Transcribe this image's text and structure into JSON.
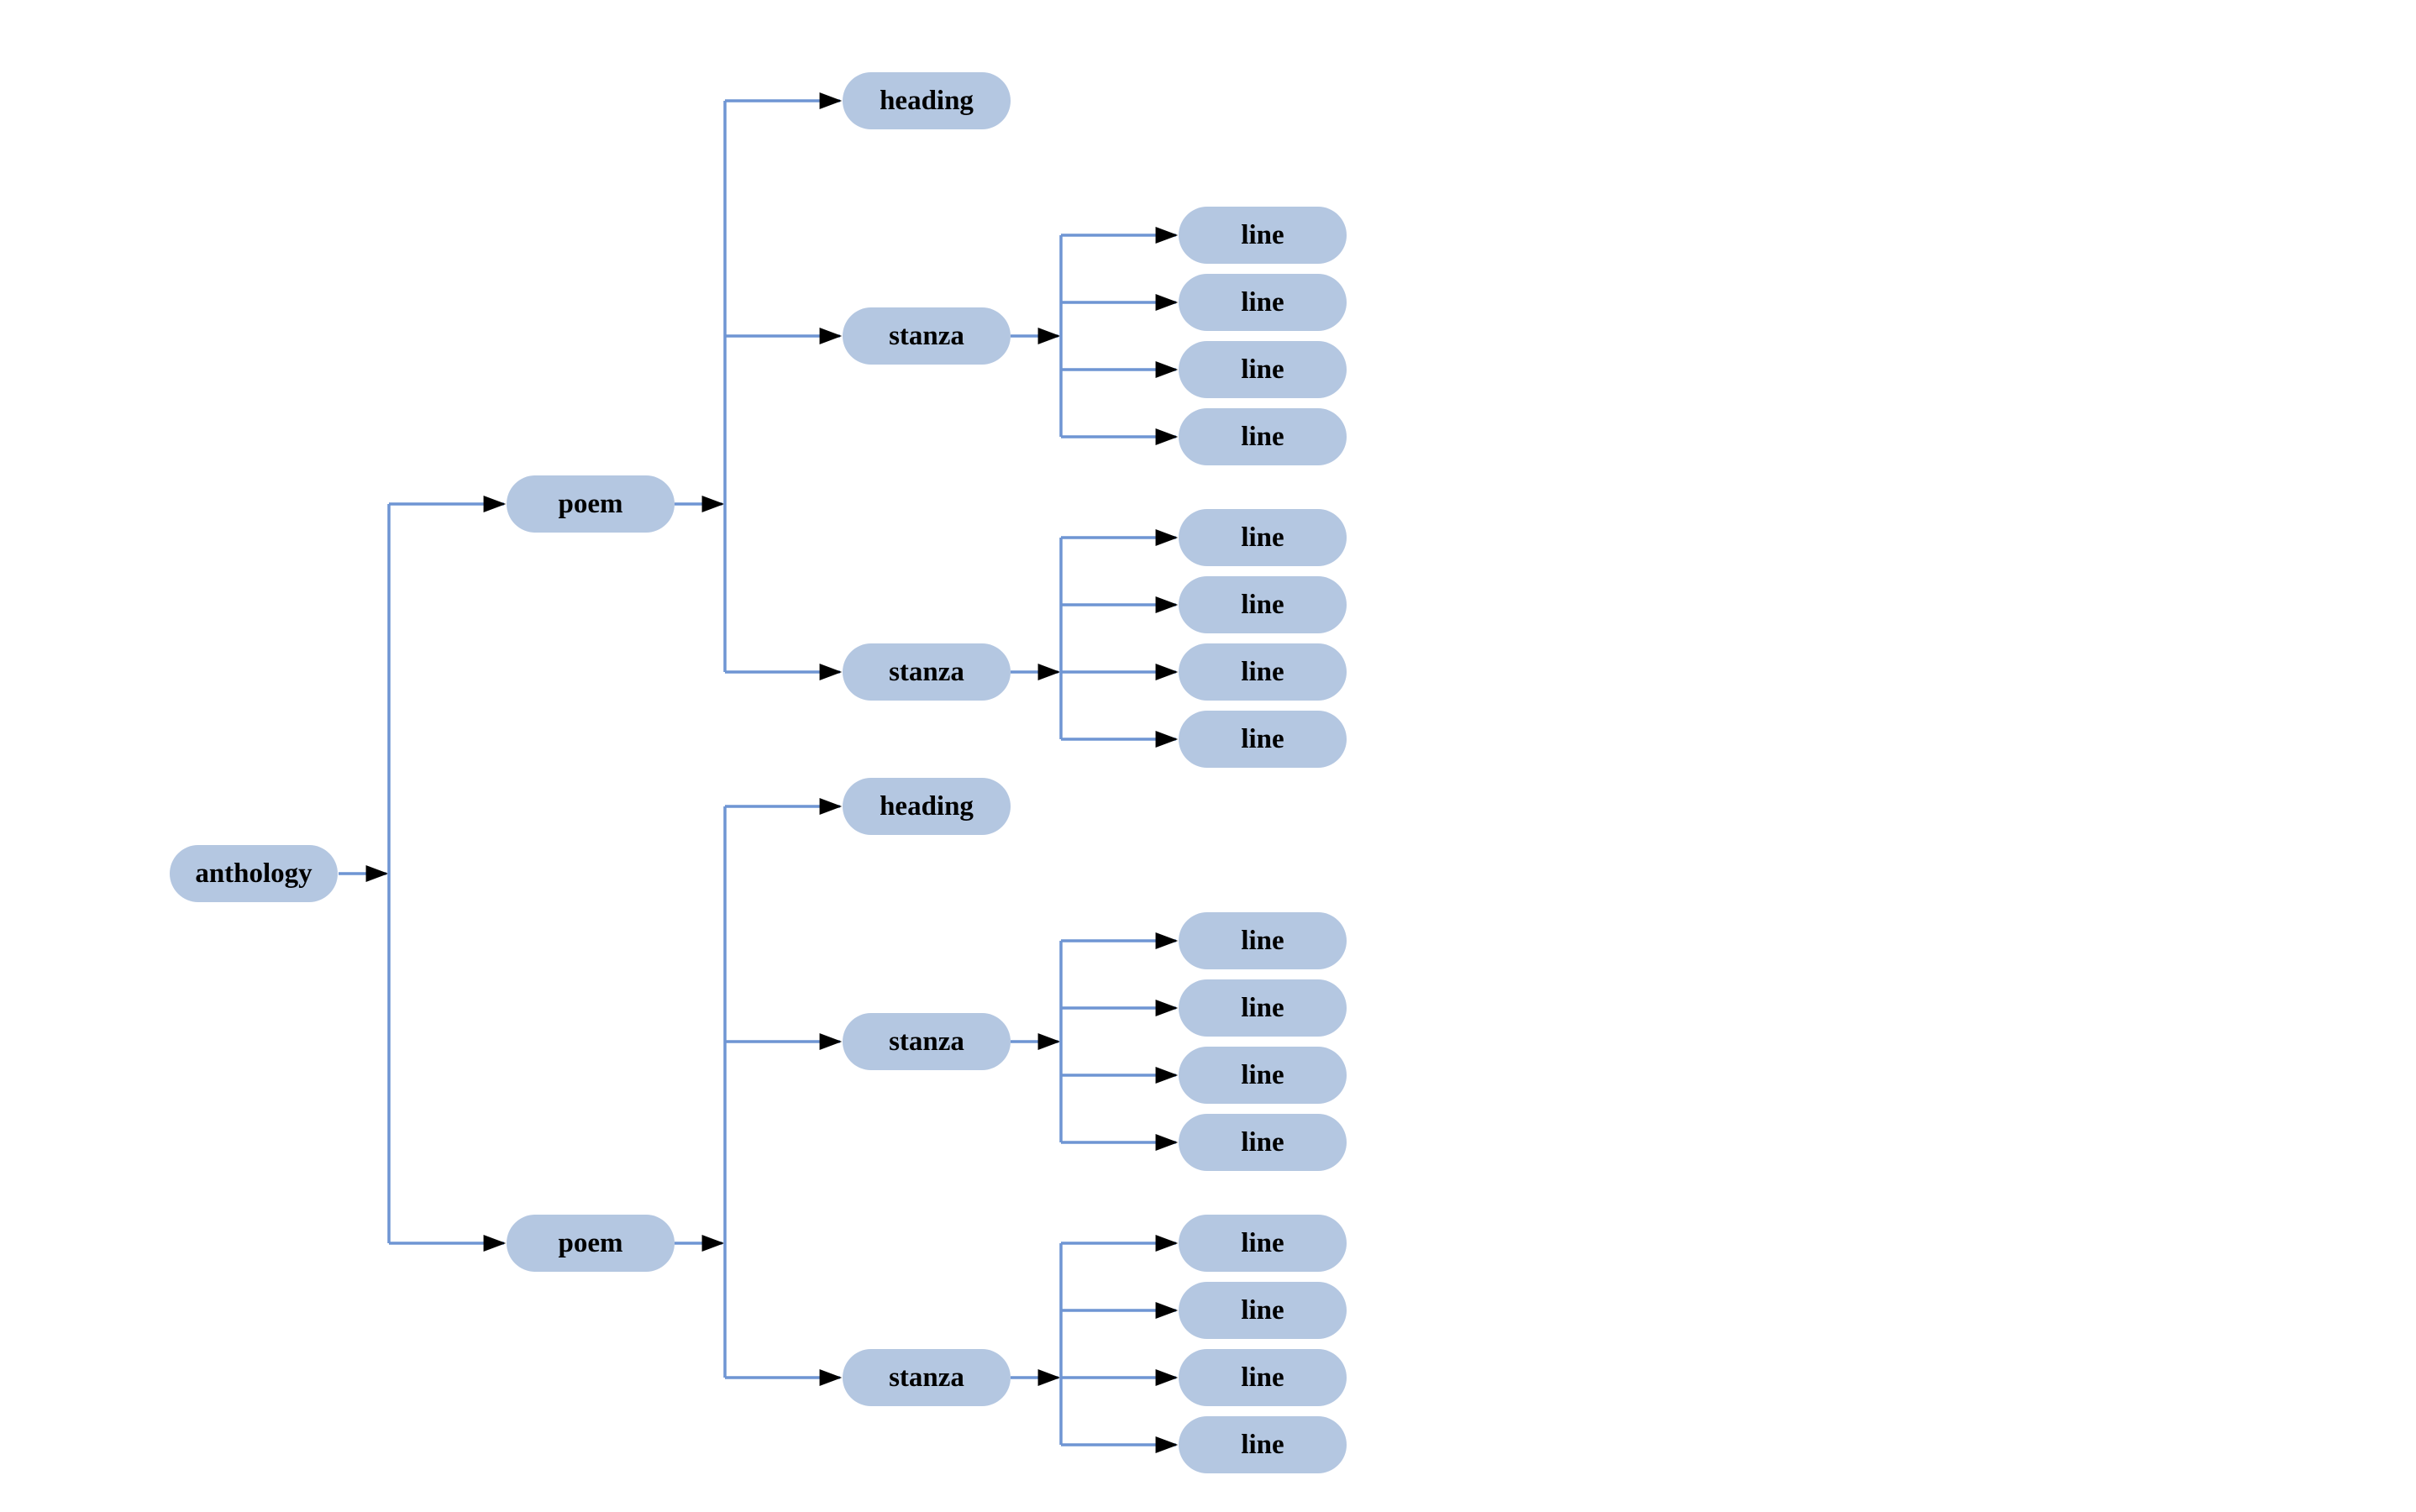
{
  "diagram": {
    "type": "tree",
    "orientation": "left-to-right",
    "tree": {
      "label": "anthology",
      "children": [
        {
          "label": "poem",
          "children": [
            {
              "label": "heading",
              "children": []
            },
            {
              "label": "stanza",
              "children": [
                {
                  "label": "line"
                },
                {
                  "label": "line"
                },
                {
                  "label": "line"
                },
                {
                  "label": "line"
                }
              ]
            },
            {
              "label": "stanza",
              "children": [
                {
                  "label": "line"
                },
                {
                  "label": "line"
                },
                {
                  "label": "line"
                },
                {
                  "label": "line"
                }
              ]
            }
          ]
        },
        {
          "label": "poem",
          "children": [
            {
              "label": "heading",
              "children": []
            },
            {
              "label": "stanza",
              "children": [
                {
                  "label": "line"
                },
                {
                  "label": "line"
                },
                {
                  "label": "line"
                },
                {
                  "label": "line"
                }
              ]
            },
            {
              "label": "stanza",
              "children": [
                {
                  "label": "line"
                },
                {
                  "label": "line"
                },
                {
                  "label": "line"
                },
                {
                  "label": "line"
                }
              ]
            }
          ]
        }
      ]
    }
  },
  "nodes": [
    {
      "id": "anthology",
      "label": "anthology"
    },
    {
      "id": "poem-1",
      "label": "poem"
    },
    {
      "id": "heading-1",
      "label": "heading"
    },
    {
      "id": "stanza-1",
      "label": "stanza"
    },
    {
      "id": "line-1-1",
      "label": "line"
    },
    {
      "id": "line-1-2",
      "label": "line"
    },
    {
      "id": "line-1-3",
      "label": "line"
    },
    {
      "id": "line-1-4",
      "label": "line"
    },
    {
      "id": "stanza-2",
      "label": "stanza"
    },
    {
      "id": "line-2-1",
      "label": "line"
    },
    {
      "id": "line-2-2",
      "label": "line"
    },
    {
      "id": "line-2-3",
      "label": "line"
    },
    {
      "id": "line-2-4",
      "label": "line"
    },
    {
      "id": "poem-2",
      "label": "poem"
    },
    {
      "id": "heading-2",
      "label": "heading"
    },
    {
      "id": "stanza-3",
      "label": "stanza"
    },
    {
      "id": "line-3-1",
      "label": "line"
    },
    {
      "id": "line-3-2",
      "label": "line"
    },
    {
      "id": "line-3-3",
      "label": "line"
    },
    {
      "id": "line-3-4",
      "label": "line"
    },
    {
      "id": "stanza-4",
      "label": "stanza"
    },
    {
      "id": "line-4-1",
      "label": "line"
    },
    {
      "id": "line-4-2",
      "label": "line"
    },
    {
      "id": "line-4-3",
      "label": "line"
    },
    {
      "id": "line-4-4",
      "label": "line"
    }
  ],
  "colors": {
    "node_fill": "#b4c7e1",
    "edge": "#6f95d3",
    "arrow": "#000000",
    "text": "#000000",
    "background": "#ffffff"
  }
}
